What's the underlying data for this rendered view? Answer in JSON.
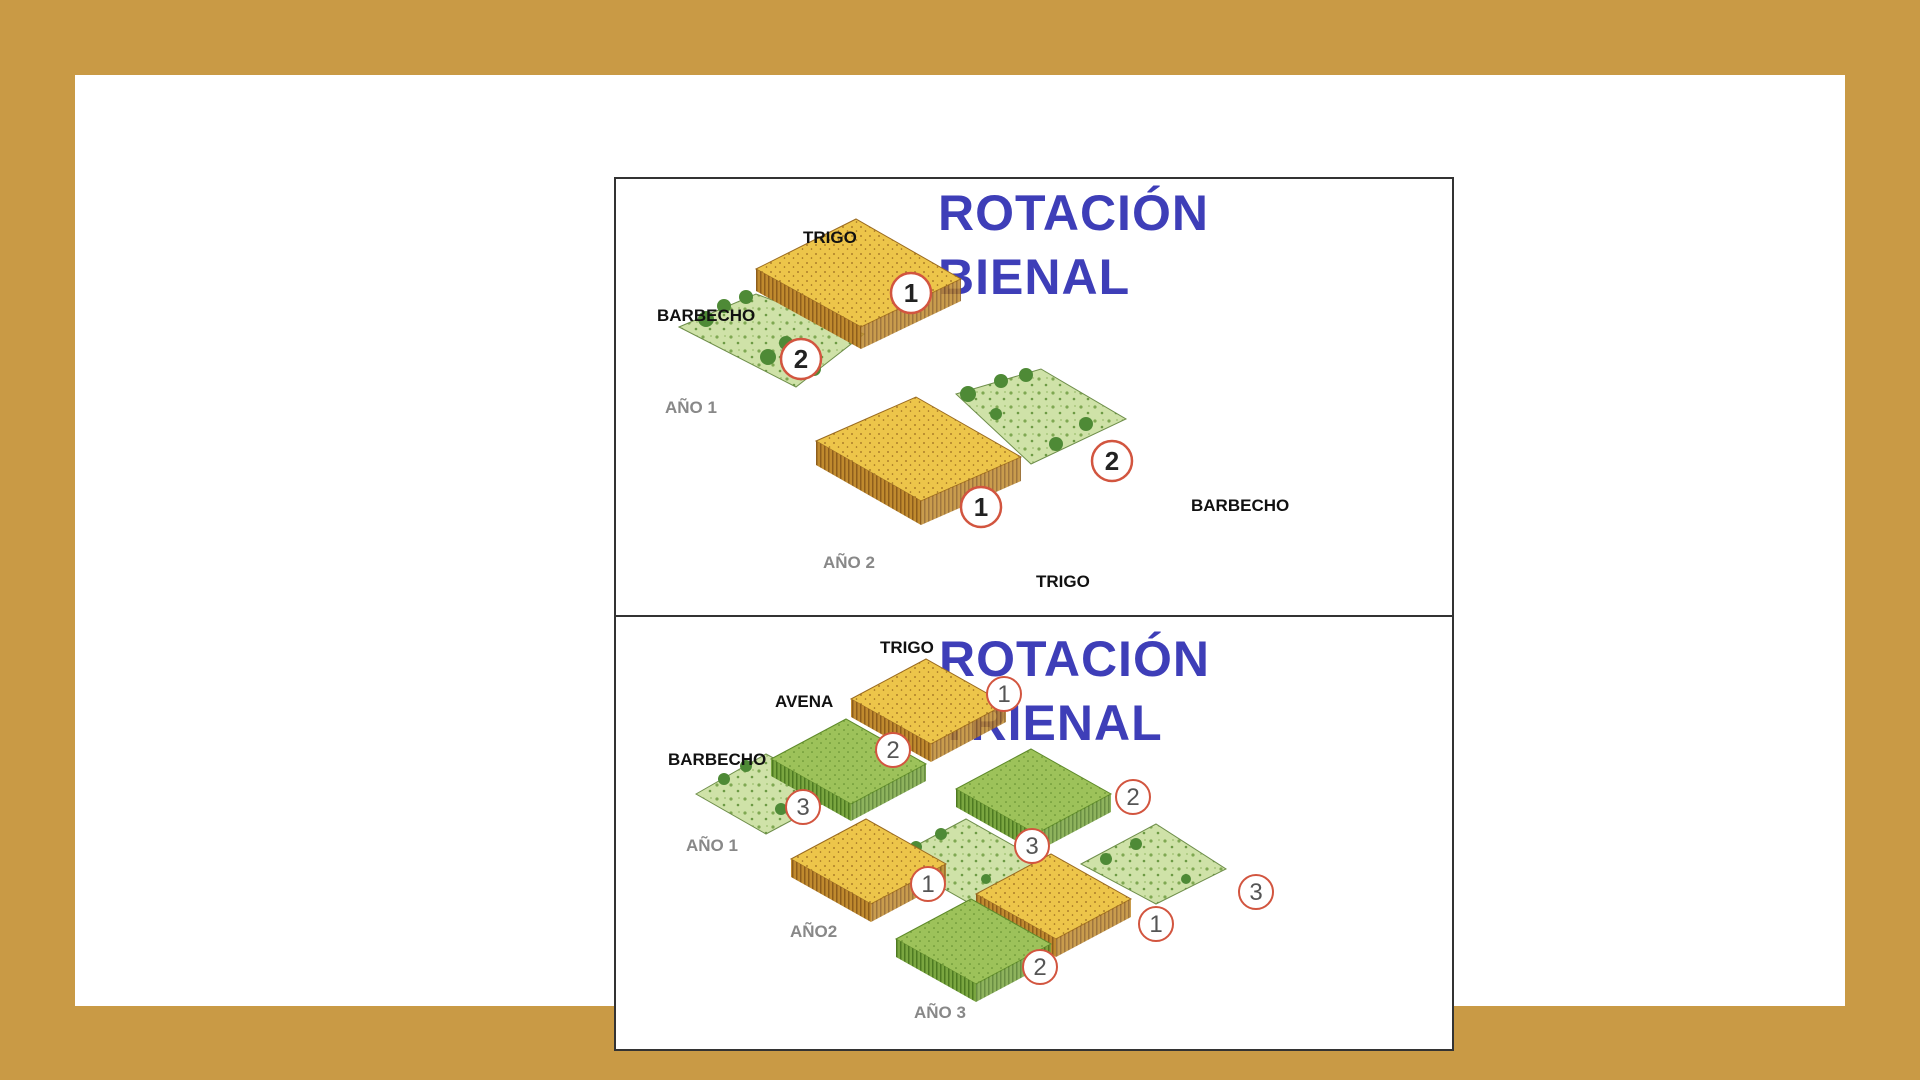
{
  "figure": {
    "bienal": {
      "title_line1": "ROTACIÓN",
      "title_line2": "BIENAL",
      "labels": {
        "trigo_top": "TRIGO",
        "barbecho_top": "BARBECHO",
        "year1": "AÑO 1",
        "year2": "AÑO 2",
        "barbecho_bottom": "BARBECHO",
        "trigo_bottom": "TRIGO"
      },
      "badges": [
        "1",
        "2",
        "1",
        "2"
      ]
    },
    "trienal": {
      "title_line1": "ROTACIÓN",
      "title_line2": "TRIENAL",
      "labels": {
        "trigo": "TRIGO",
        "avena": "AVENA",
        "barbecho": "BARBECHO",
        "year1": "AÑO 1",
        "year2": "AÑO2",
        "year3": "AÑO 3"
      },
      "badges": [
        "1",
        "2",
        "3",
        "2",
        "3",
        "1",
        "1",
        "3",
        "2"
      ]
    }
  },
  "colors": {
    "background": "#C99A45",
    "title": "#3E3EB8",
    "trigo_top": "#EDC54A",
    "trigo_side": "#B9832A",
    "avena_top": "#9DC25A",
    "avena_side": "#6E9A38",
    "barbecho": "#C7DDA0",
    "badge_ring": "#D2553F"
  }
}
